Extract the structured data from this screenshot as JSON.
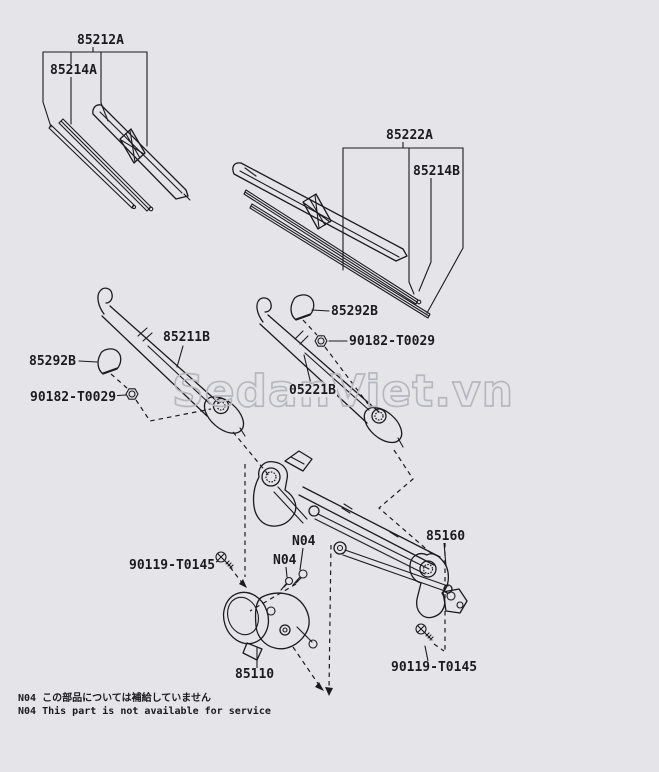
{
  "colors": {
    "background": "#e5e5e9",
    "ink": "#1b1b1d",
    "watermark": "#b7b7bf"
  },
  "watermark": {
    "text": "SedanViet.vn"
  },
  "labels": {
    "blade1_assy": {
      "text": "85212A"
    },
    "blade1_rubber": {
      "text": "85214A"
    },
    "blade2_assy": {
      "text": "85222A"
    },
    "blade2_rubber": {
      "text": "85214B"
    },
    "cap_right": {
      "text": "85292B"
    },
    "nut_right": {
      "text": "90182-T0029"
    },
    "arm_left": {
      "text": "85211B"
    },
    "cap_left": {
      "text": "85292B"
    },
    "nut_left": {
      "text": "90182-T0029"
    },
    "arm_right": {
      "text": "05221B"
    },
    "n04_upper": {
      "text": "N04"
    },
    "n04_lower": {
      "text": "N04"
    },
    "linkage": {
      "text": "85160"
    },
    "bolt_left": {
      "text": "90119-T0145"
    },
    "bolt_right": {
      "text": "90119-T0145"
    },
    "motor": {
      "text": "85110"
    }
  },
  "notes": {
    "jp": "N04 この部品については補給していません",
    "en": "N04 This part is not available for service"
  }
}
